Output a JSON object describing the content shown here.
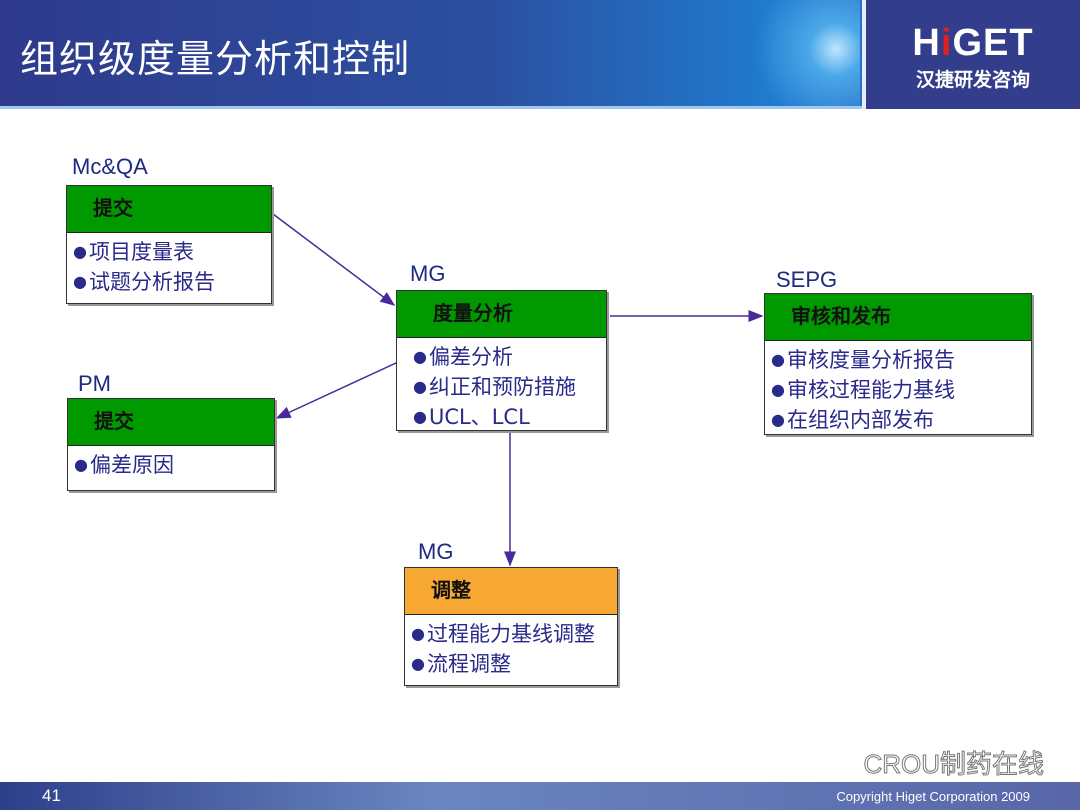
{
  "header": {
    "title": "组织级度量分析和控制",
    "logo_brand_pre": "H",
    "logo_brand_i": "i",
    "logo_brand_post": "GET",
    "logo_sub": "汉捷研发咨询"
  },
  "boxes": {
    "mcqa": {
      "role": "Mc&QA",
      "title": "提交",
      "items": [
        "项目度量表",
        "试题分析报告"
      ]
    },
    "mg_analysis": {
      "role": "MG",
      "title": "度量分析",
      "items": [
        "偏差分析",
        "纠正和预防措施",
        "UCL、LCL"
      ]
    },
    "sepg": {
      "role": "SEPG",
      "title": "审核和发布",
      "items": [
        "审核度量分析报告",
        "审核过程能力基线",
        "在组织内部发布"
      ]
    },
    "pm": {
      "role": "PM",
      "title": "提交",
      "items": [
        "偏差原因"
      ]
    },
    "mg_adjust": {
      "role": "MG",
      "title": "调整",
      "items": [
        "过程能力基线调整",
        "流程调整"
      ]
    }
  },
  "footer": {
    "page": "41",
    "copyright": "Copyright  Higet  Corporation  2009",
    "watermark": "CROU制药在线"
  },
  "colors": {
    "green": "#009a00",
    "orange": "#f7a832",
    "arrow": "#4a2a9a"
  }
}
